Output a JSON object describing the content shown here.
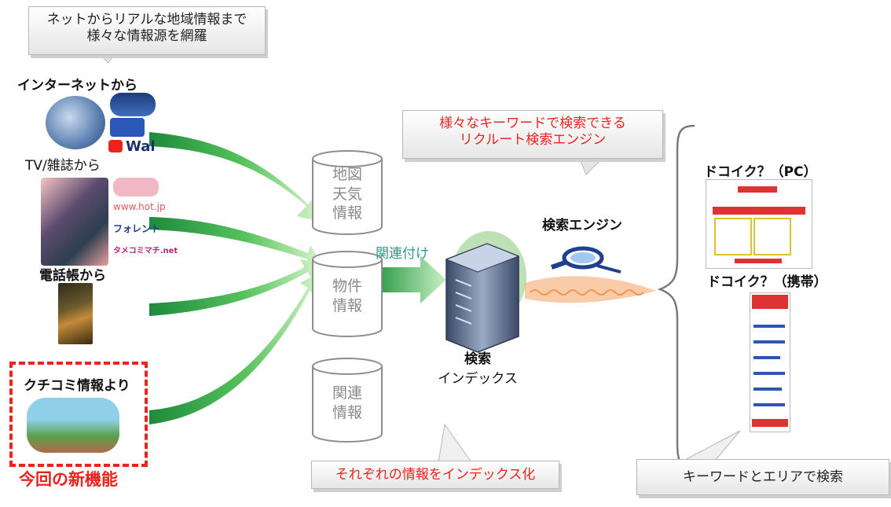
{
  "callouts": {
    "top_left": [
      "ネットからリアルな地域情報まで",
      "様々な情報源を網羅"
    ],
    "top_center": [
      "様々なキーワードで検索できる",
      "リクルート検索エンジン"
    ],
    "bottom_center": "それぞれの情報をインデックス化",
    "bottom_right": "キーワードとエリアで検索"
  },
  "sources": {
    "internet": "インターネットから",
    "tv_magazine": "TV/雑誌から",
    "phonebook": "電話帳から",
    "kuchikomi": "クチコミ情報より",
    "new_feature": "今回の新機能",
    "logo_texts": [
      "Wal",
      "www.hot.jp",
      "フォレント",
      "タメコミマチ.net"
    ]
  },
  "databases": [
    {
      "line1": "地図",
      "line2": "天気",
      "line3": "情報"
    },
    {
      "line1": "物件",
      "line2": "情報",
      "line3": ""
    },
    {
      "line1": "関連",
      "line2": "情報",
      "line3": ""
    }
  ],
  "labels": {
    "association": "関連付け",
    "index_line1": "検索",
    "index_line2": "インデックス",
    "engine": "検索エンジン",
    "doko_pc": "ドコイク？（PC）",
    "doko_mobile": "ドコイク？（携帯）"
  },
  "colors": {
    "arrow_green": "#2f9e4a",
    "accent_red": "#e8241d",
    "dashed_red": "#e8241d"
  }
}
